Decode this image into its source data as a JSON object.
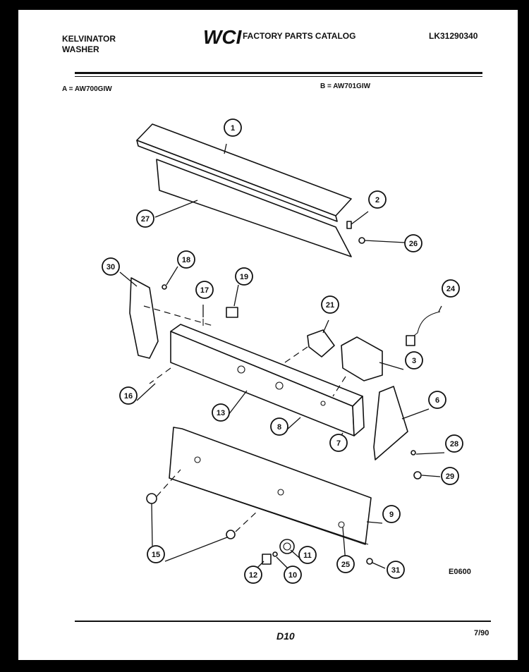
{
  "header": {
    "brand_line1": "KELVINATOR",
    "brand_line2": "WASHER",
    "logo_text": "WCI",
    "catalog_title": "FACTORY PARTS CATALOG",
    "catalog_code": "LK31290340"
  },
  "models": {
    "a": "A = AW700GIW",
    "b": "B = AW701GIW"
  },
  "callouts": [
    "1",
    "2",
    "26",
    "27",
    "30",
    "18",
    "19",
    "17",
    "21",
    "24",
    "3",
    "16",
    "13",
    "8",
    "7",
    "6",
    "28",
    "29",
    "9",
    "15",
    "11",
    "12",
    "10",
    "25",
    "31"
  ],
  "figure_code": "E0600",
  "footer": {
    "page_code": "D10",
    "date": "7/90"
  },
  "colors": {
    "ink": "#111111",
    "paper": "#ffffff",
    "border": "#000000"
  }
}
